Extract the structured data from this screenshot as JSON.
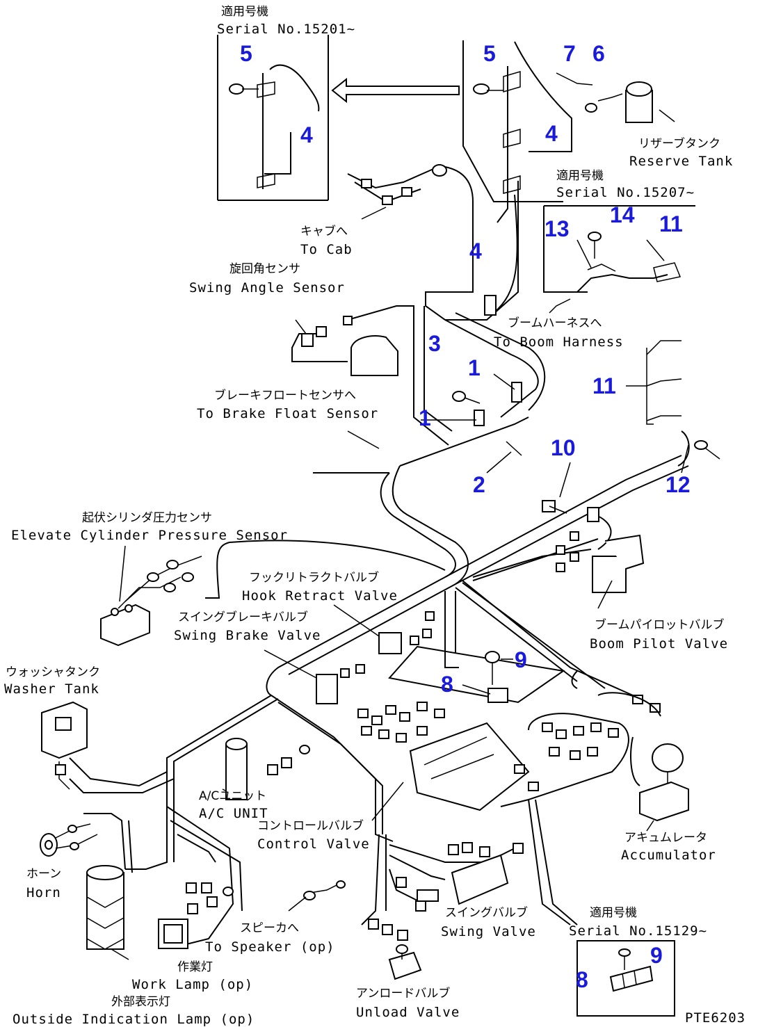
{
  "callouts": {
    "c1a": "5",
    "c1b": "4",
    "c2a": "5",
    "c2b": "7",
    "c2c": "6",
    "c2d": "4",
    "c3a": "13",
    "c3b": "14",
    "c3c": "11",
    "c4": "4",
    "c5": "3",
    "c6": "1",
    "c7": "1",
    "c8": "2",
    "c9": "10",
    "c10": "11",
    "c11": "12",
    "c12": "9",
    "c13": "8",
    "c14": "8",
    "c15": "9"
  },
  "labels": {
    "serial1_jp": "適用号機",
    "serial1_en": "Serial No.15201~",
    "reserve_jp": "リザーブタンク",
    "reserve_en": "Reserve Tank",
    "serial2_jp": "適用号機",
    "serial2_en": "Serial No.15207~",
    "cab_jp": "キャブへ",
    "cab_en": "To Cab",
    "swing_angle_jp": "旋回角センサ",
    "swing_angle_en": "Swing Angle Sensor",
    "boom_harness_jp": "ブームハーネスへ",
    "boom_harness_en": "To Boom Harness",
    "brake_float_jp": "ブレーキフロートセンサへ",
    "brake_float_en": "To Brake Float Sensor",
    "elevate_jp": "起伏シリンダ圧力センサ",
    "elevate_en": "Elevate Cylinder Pressure Sensor",
    "hook_jp": "フックリトラクトバルブ",
    "hook_en": "Hook Retract Valve",
    "swing_brake_jp": "スイングブレーキバルブ",
    "swing_brake_en": "Swing Brake Valve",
    "boom_pilot_jp": "ブームパイロットバルブ",
    "boom_pilot_en": "Boom Pilot Valve",
    "washer_jp": "ウォッシャタンク",
    "washer_en": "Washer Tank",
    "ac_jp": "A/Cユニット",
    "ac_en": "A/C UNIT",
    "control_jp": "コントロールバルブ",
    "control_en": "Control Valve",
    "accumulator_jp": "アキュムレータ",
    "accumulator_en": "Accumulator",
    "horn_jp": "ホーン",
    "horn_en": "Horn",
    "speaker_jp": "スピーカへ",
    "speaker_en": "To Speaker (op)",
    "swing_valve_jp": "スイングバルブ",
    "swing_valve_en": "Swing Valve",
    "serial3_jp": "適用号機",
    "serial3_en": "Serial No.15129~",
    "work_lamp_jp": "作業灯",
    "work_lamp_en": "Work Lamp (op)",
    "outside_jp": "外部表示灯",
    "outside_en": "Outside Indication Lamp (op)",
    "unload_jp": "アンロードバルブ",
    "unload_en": "Unload Valve",
    "code": "PTE6203"
  }
}
